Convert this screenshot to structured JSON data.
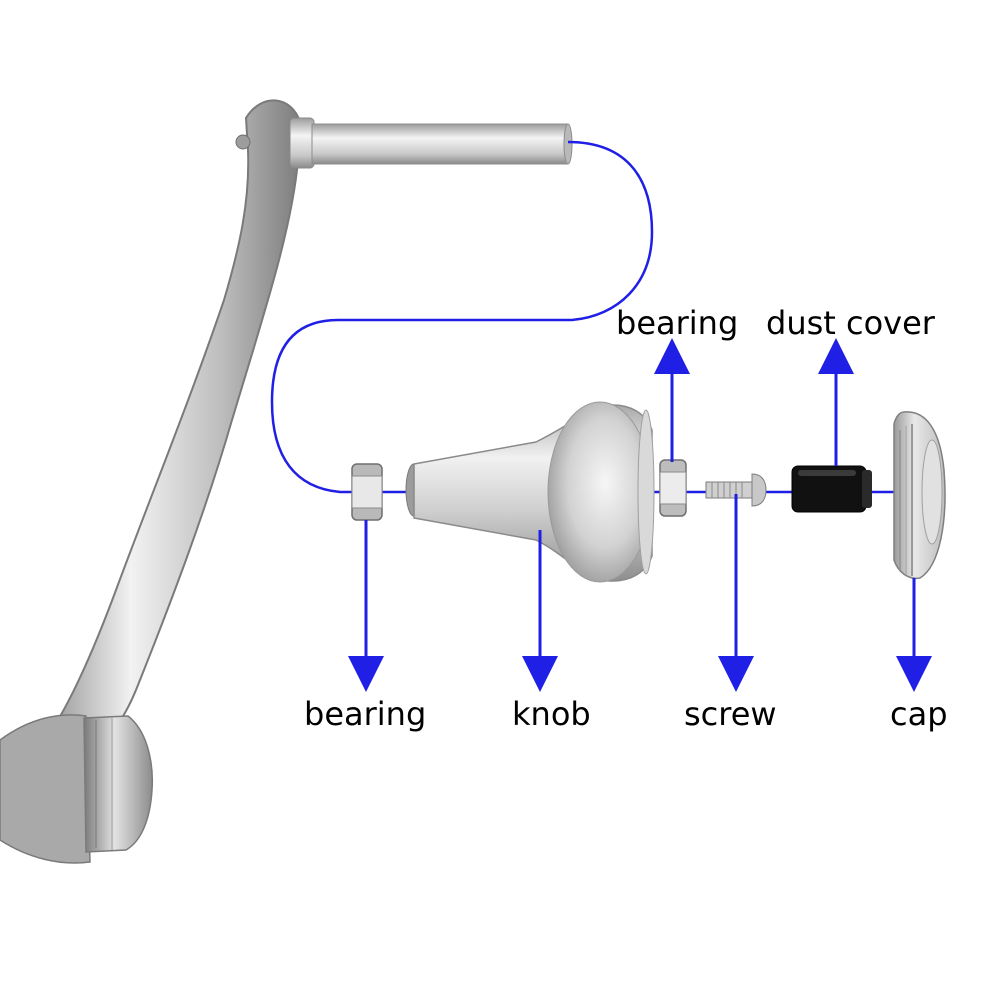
{
  "colors": {
    "background": "#ffffff",
    "leader_line": "#1f1fe6",
    "metal_light": "#e9e9e9",
    "metal_mid": "#c4c4c4",
    "metal_dark": "#8a8a8a",
    "dust_cover": "#111111"
  },
  "labels": {
    "bearing_top": "bearing",
    "dust_cover": "dust cover",
    "bearing_bottom": "bearing",
    "knob": "knob",
    "screw": "screw",
    "cap": "cap"
  }
}
